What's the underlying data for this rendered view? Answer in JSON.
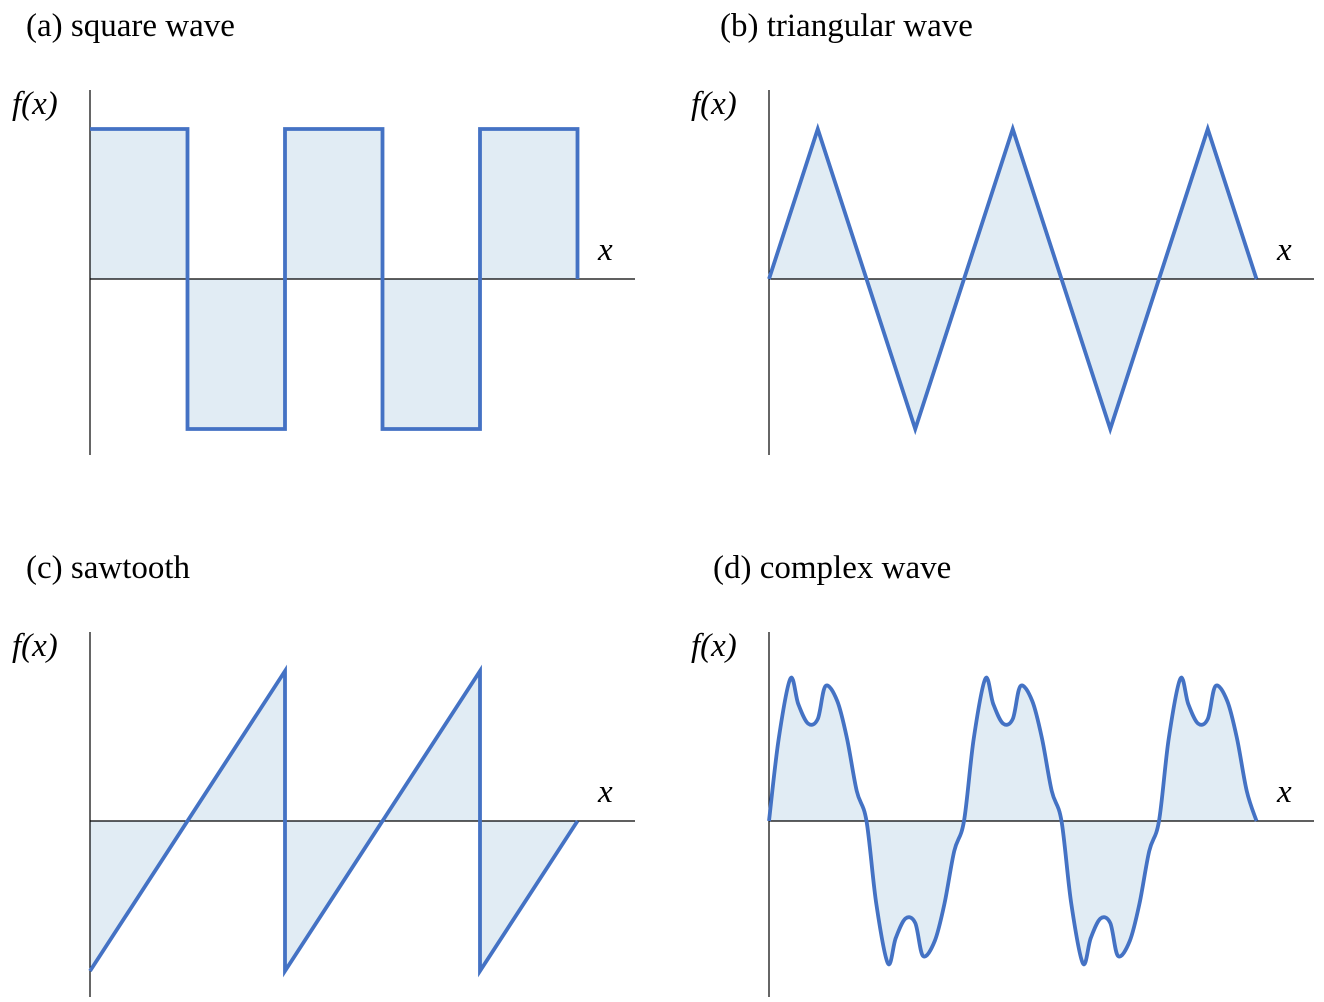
{
  "chart_data": [
    {
      "type": "line",
      "title": "(a) square wave",
      "xlabel": "x",
      "ylabel": "f(x)",
      "shape": "square",
      "fill": true,
      "x": [
        0,
        1,
        1,
        2,
        2,
        3,
        3,
        4,
        4,
        5,
        5
      ],
      "y": [
        1,
        1,
        -1,
        -1,
        1,
        1,
        -1,
        -1,
        1,
        1,
        0
      ],
      "xlim": [
        0,
        5.6
      ],
      "ylim": [
        -1.17,
        1.27
      ]
    },
    {
      "type": "line",
      "title": "(b) triangular wave",
      "xlabel": "x",
      "ylabel": "f(x)",
      "shape": "triangle",
      "fill": true,
      "x": [
        0,
        0.5,
        1.5,
        2.5,
        3.5,
        4.5,
        5
      ],
      "y": [
        0,
        1,
        -1,
        1,
        -1,
        1,
        0
      ],
      "xlim": [
        0,
        5.6
      ],
      "ylim": [
        -1.17,
        1.27
      ]
    },
    {
      "type": "line",
      "title": "(c) sawtooth",
      "xlabel": "x",
      "ylabel": "f(x)",
      "shape": "sawtooth",
      "fill": true,
      "x": [
        0,
        2,
        2,
        4,
        4,
        5
      ],
      "y": [
        -1,
        1,
        -1,
        1,
        -1,
        0
      ],
      "xlim": [
        0,
        5.6
      ],
      "ylim": [
        -1.17,
        1.27
      ]
    },
    {
      "type": "line",
      "title": "(d) complex wave",
      "xlabel": "x",
      "ylabel": "f(x)",
      "shape": "complex",
      "fill": true,
      "x": [
        0,
        0.1,
        0.22,
        0.3,
        0.4,
        0.5,
        0.58,
        0.7,
        0.8,
        0.9,
        1.0,
        1.1,
        1.22,
        1.3,
        1.4,
        1.5,
        1.58,
        1.7,
        1.8,
        1.9,
        2.0
      ],
      "y": [
        0,
        0.55,
        0.95,
        0.78,
        0.65,
        0.68,
        0.9,
        0.8,
        0.55,
        0.2,
        0,
        -0.55,
        -0.95,
        -0.78,
        -0.65,
        -0.68,
        -0.9,
        -0.8,
        -0.55,
        -0.2,
        0
      ],
      "periods": 2.5,
      "xlim": [
        0,
        5.6
      ],
      "ylim": [
        -1.17,
        1.27
      ]
    }
  ],
  "colors": {
    "line": "#4472c4",
    "fill": "#e1ecf4",
    "axis": "#000000"
  }
}
